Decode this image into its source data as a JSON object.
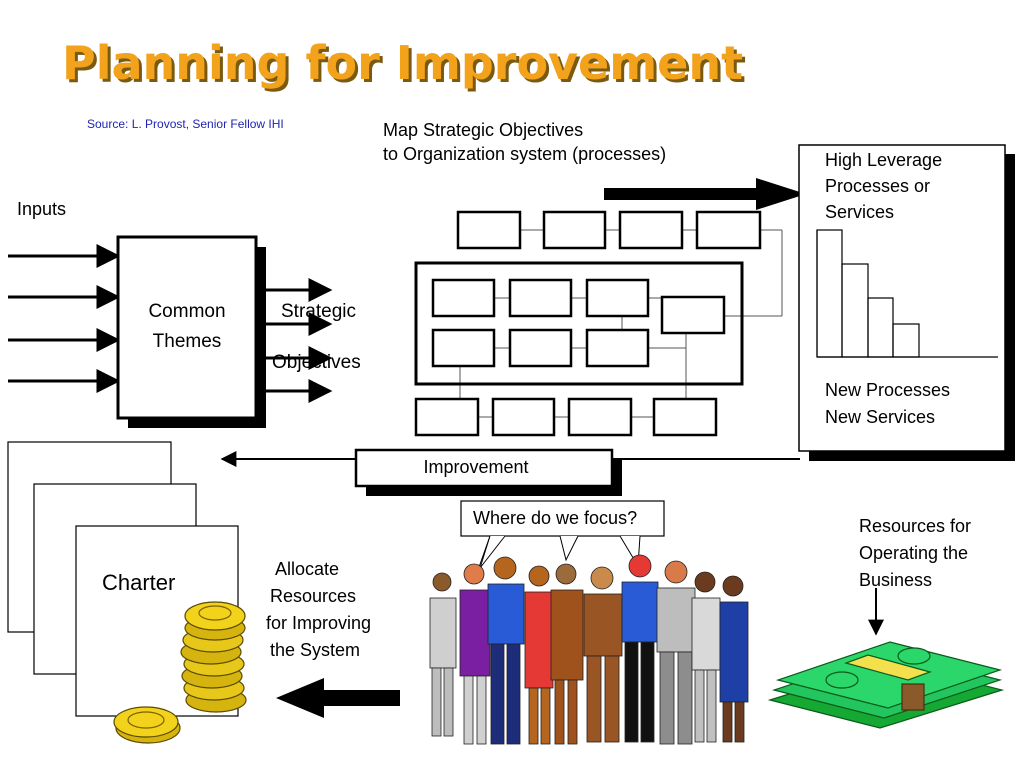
{
  "title": "Planning for Improvement",
  "source": "Source: L. Provost, Senior Fellow IHI",
  "map_objectives_line1": "Map Strategic Objectives",
  "map_objectives_line2": "to Organization system (processes)",
  "inputs_label": "Inputs",
  "common_themes_line1": "Common",
  "common_themes_line2": "Themes",
  "strategic_label": "Strategic",
  "objectives_label": "Objectives",
  "high_leverage_line1": "High Leverage",
  "high_leverage_line2": "Processes or",
  "high_leverage_line3": "Services",
  "new_processes": "New Processes",
  "new_services": "New Services",
  "improvement_label": "Improvement",
  "focus_question": "Where do we focus?",
  "charter_label": "Charter",
  "allocate_line1": "Allocate",
  "allocate_line2": "Resources",
  "allocate_line3": "for Improving",
  "allocate_line4": "the System",
  "resources_line1": "Resources for",
  "resources_line2": "Operating the",
  "resources_line3": "Business",
  "colors": {
    "title": "#f2a21b",
    "source": "#1f25b5",
    "money": "#22c55e",
    "coin": "#f2d21b"
  }
}
